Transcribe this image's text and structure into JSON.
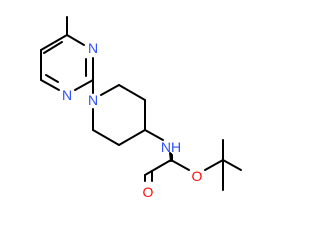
{
  "molecule": {
    "colors": {
      "bond": "#000000",
      "nitrogen": "#3050F8",
      "oxygen": "#FF0D0D"
    },
    "atoms": {
      "n_pyrimidine_1": {
        "label": "N",
        "color": "#3050F8"
      },
      "n_pyrimidine_3": {
        "label": "N",
        "color": "#3050F8"
      },
      "n_piperidine": {
        "label": "N",
        "color": "#3050F8"
      },
      "nh_carbamate": {
        "label": "NH",
        "color": "#3050F8"
      },
      "o_carbonyl": {
        "label": "O",
        "color": "#FF0D0D"
      },
      "o_ester": {
        "label": "O",
        "color": "#FF0D0D"
      }
    }
  }
}
